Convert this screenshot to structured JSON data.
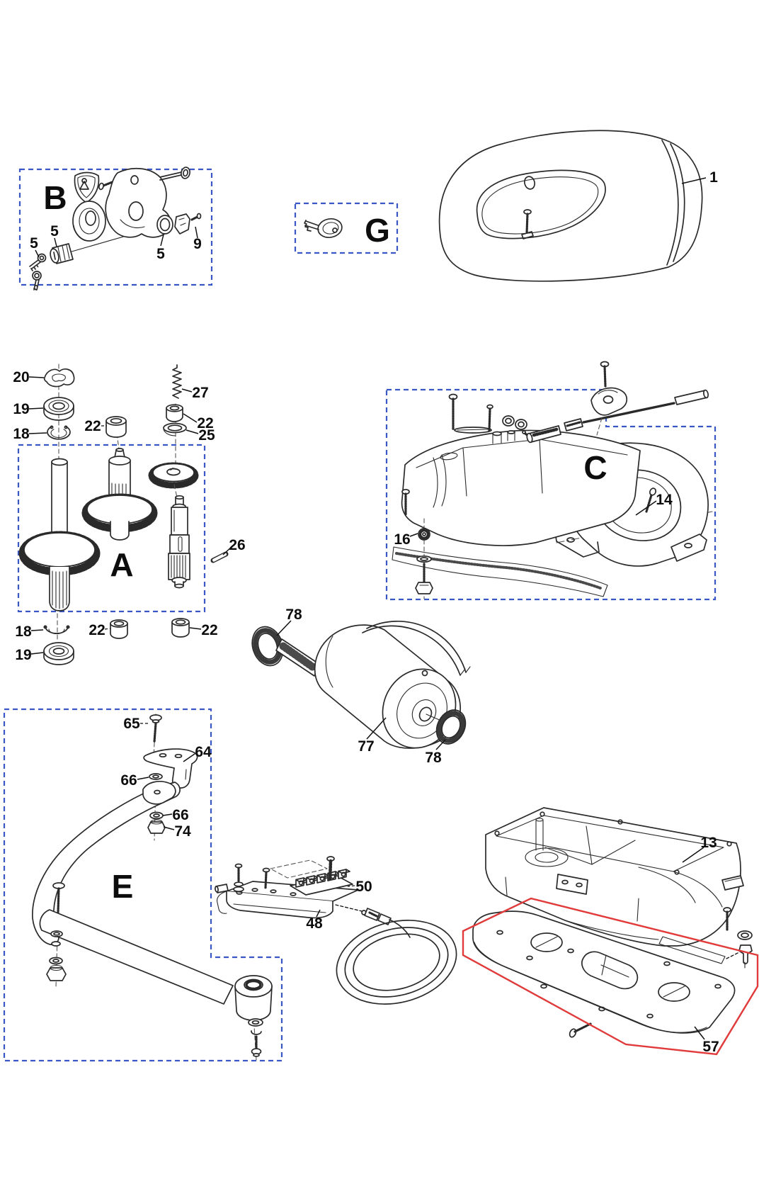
{
  "colors": {
    "background": "#ffffff",
    "line_art": "#2a2a2a",
    "section_box_border": "#3a57c8",
    "highlight_outline": "#e03a3a",
    "label_text": "#0d0d0d"
  },
  "sections": {
    "A": "A",
    "B": "B",
    "C": "C",
    "E": "E",
    "G": "G"
  },
  "labels": {
    "p1": "1",
    "p5": "5",
    "p9": "9",
    "p13": "13",
    "p14": "14",
    "p16": "16",
    "p18": "18",
    "p19": "19",
    "p20": "20",
    "p22": "22",
    "p25": "25",
    "p26": "26",
    "p27": "27",
    "p48": "48",
    "p50": "50",
    "p57": "57",
    "p64": "64",
    "p65": "65",
    "p66": "66",
    "p74": "74",
    "p77": "77",
    "p78": "78"
  }
}
